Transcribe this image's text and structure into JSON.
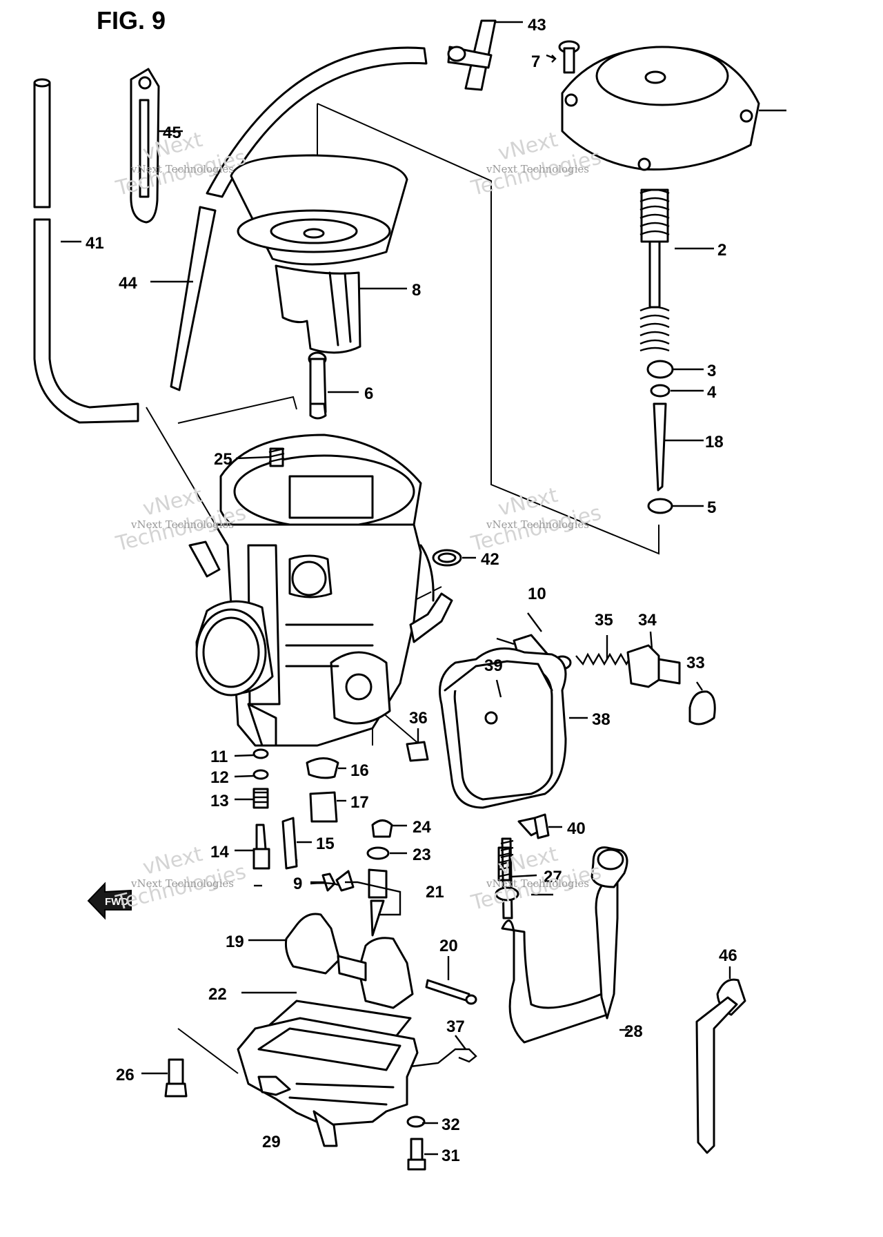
{
  "figure": {
    "title": "FIG. 9"
  },
  "watermarks": [
    {
      "line1": "vNext Technologies",
      "line2": "Technologies",
      "line3": "vNext"
    },
    {
      "line1": "vNext Technologies",
      "line2": "Technologies",
      "line3": "vNext"
    },
    {
      "line1": "vNext Technologies",
      "line2": "Technologies",
      "line3": "vNext"
    },
    {
      "line1": "vNext Technologies",
      "line2": "Technologies",
      "line3": "vNext"
    },
    {
      "line1": "vNext Technologies",
      "line2": "Technologies",
      "line3": "vNext"
    },
    {
      "line1": "vNext Technologies",
      "line2": "Technologies",
      "line3": "vNext"
    }
  ],
  "direction_arrow": {
    "label": "FWD"
  },
  "callouts": [
    "2",
    "3",
    "4",
    "5",
    "6",
    "7",
    "8",
    "9",
    "10",
    "11",
    "12",
    "13",
    "14",
    "15",
    "16",
    "17",
    "18",
    "19",
    "20",
    "21",
    "22",
    "23",
    "24",
    "25",
    "26",
    "27",
    "28",
    "29",
    "31",
    "32",
    "33",
    "34",
    "35",
    "36",
    "37",
    "38",
    "39",
    "40",
    "41",
    "42",
    "43",
    "44",
    "45",
    "46"
  ]
}
